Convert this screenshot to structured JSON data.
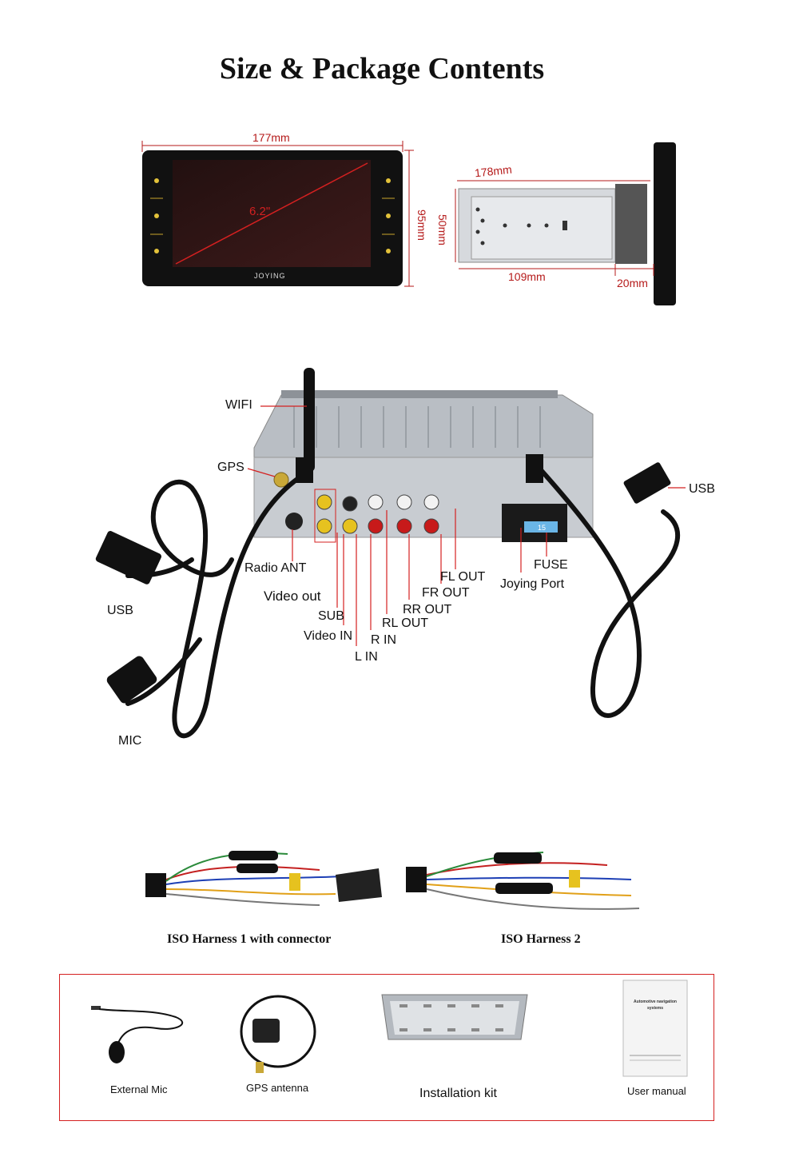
{
  "title": "Size & Package Contents",
  "front_view": {
    "width": "177mm",
    "height": "95mm",
    "diagonal": "6.2\"",
    "brand": "JOYING"
  },
  "side_view": {
    "depth": "178mm",
    "height": "50mm",
    "body_depth": "109mm",
    "panel_depth": "20mm"
  },
  "connections": {
    "wifi": "WIFI",
    "gps": "GPS",
    "usb_left": "USB",
    "usb_right": "USB",
    "radio_ant": "Radio ANT",
    "video_out": "Video out",
    "sub": "SUB",
    "video_in": "Video IN",
    "l_in": "L IN",
    "r_in": "R IN",
    "rl_out": "RL OUT",
    "rr_out": "RR OUT",
    "fr_out": "FR OUT",
    "fl_out": "FL OUT",
    "fuse": "FUSE",
    "joying_port": "Joying Port",
    "mic": "MIC",
    "fuse_value": "15"
  },
  "harnesses": {
    "harness1": "ISO Harness 1 with connector",
    "harness2": "ISO Harness 2"
  },
  "package": {
    "external_mic": "External Mic",
    "gps_antenna": "GPS antenna",
    "installation_kit": "Installation kit",
    "user_manual": "User manual",
    "manual_cover_line1": "Automotive navigation",
    "manual_cover_line2": "systems"
  }
}
